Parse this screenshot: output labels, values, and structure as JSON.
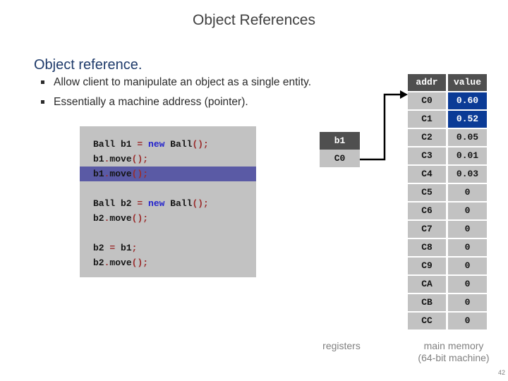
{
  "slide": {
    "title": "Object References",
    "page_number": "42"
  },
  "content": {
    "heading": "Object reference.",
    "bullets": [
      "Allow client to manipulate an object as a single entity.",
      "Essentially a machine address (pointer)."
    ]
  },
  "code": {
    "lines": [
      {
        "highlighted": false,
        "segments": [
          [
            "Ball b1 ",
            "k"
          ],
          [
            "= ",
            "r"
          ],
          [
            "new",
            "b"
          ],
          [
            " Ball",
            "k"
          ],
          [
            "();",
            "r"
          ]
        ]
      },
      {
        "highlighted": false,
        "segments": [
          [
            "b1",
            "k"
          ],
          [
            ".",
            "r"
          ],
          [
            "move",
            "k"
          ],
          [
            "();",
            "r"
          ]
        ]
      },
      {
        "highlighted": true,
        "segments": [
          [
            "b1",
            "k"
          ],
          [
            ".",
            "r"
          ],
          [
            "move",
            "k"
          ],
          [
            "();",
            "r"
          ]
        ]
      },
      {
        "blank": true
      },
      {
        "highlighted": false,
        "segments": [
          [
            "Ball b2 ",
            "k"
          ],
          [
            "= ",
            "r"
          ],
          [
            "new",
            "b"
          ],
          [
            " Ball",
            "k"
          ],
          [
            "();",
            "r"
          ]
        ]
      },
      {
        "highlighted": false,
        "segments": [
          [
            "b2",
            "k"
          ],
          [
            ".",
            "r"
          ],
          [
            "move",
            "k"
          ],
          [
            "();",
            "r"
          ]
        ]
      },
      {
        "blank": true
      },
      {
        "highlighted": false,
        "segments": [
          [
            "b2 ",
            "k"
          ],
          [
            "= ",
            "r"
          ],
          [
            "b1",
            "k"
          ],
          [
            ";",
            "r"
          ]
        ]
      },
      {
        "highlighted": false,
        "segments": [
          [
            "b2",
            "k"
          ],
          [
            ".",
            "r"
          ],
          [
            "move",
            "k"
          ],
          [
            "();",
            "r"
          ]
        ]
      }
    ]
  },
  "registers": {
    "label": "registers",
    "entries": [
      {
        "name": "b1",
        "value": "C0"
      }
    ]
  },
  "memory": {
    "headers": [
      "addr",
      "value"
    ],
    "rows": [
      {
        "addr": "C0",
        "value": "0.60",
        "highlight": true
      },
      {
        "addr": "C1",
        "value": "0.52",
        "highlight": true
      },
      {
        "addr": "C2",
        "value": "0.05",
        "highlight": false
      },
      {
        "addr": "C3",
        "value": "0.01",
        "highlight": false
      },
      {
        "addr": "C4",
        "value": "0.03",
        "highlight": false
      },
      {
        "addr": "C5",
        "value": "0",
        "highlight": false
      },
      {
        "addr": "C6",
        "value": "0",
        "highlight": false
      },
      {
        "addr": "C7",
        "value": "0",
        "highlight": false
      },
      {
        "addr": "C8",
        "value": "0",
        "highlight": false
      },
      {
        "addr": "C9",
        "value": "0",
        "highlight": false
      },
      {
        "addr": "CA",
        "value": "0",
        "highlight": false
      },
      {
        "addr": "CB",
        "value": "0",
        "highlight": false
      },
      {
        "addr": "CC",
        "value": "0",
        "highlight": false
      }
    ],
    "label_line1": "main memory",
    "label_line2": "(64-bit machine)"
  },
  "colors": {
    "title-text": "#404040",
    "heading-text": "#1e3a6a",
    "body-text": "#2b2b2b",
    "code-bg": "#c2c2c2",
    "code-highlight": "#5a5aa5",
    "code-plain": "#141414",
    "code-keyword": "#2222cc",
    "code-symbol": "#9b2d2d",
    "cell-dark": "#4f4f4f",
    "cell-light": "#c2c2c2",
    "cell-blue": "#0b3b96",
    "label-gray": "#808080",
    "connector": "#000000"
  }
}
